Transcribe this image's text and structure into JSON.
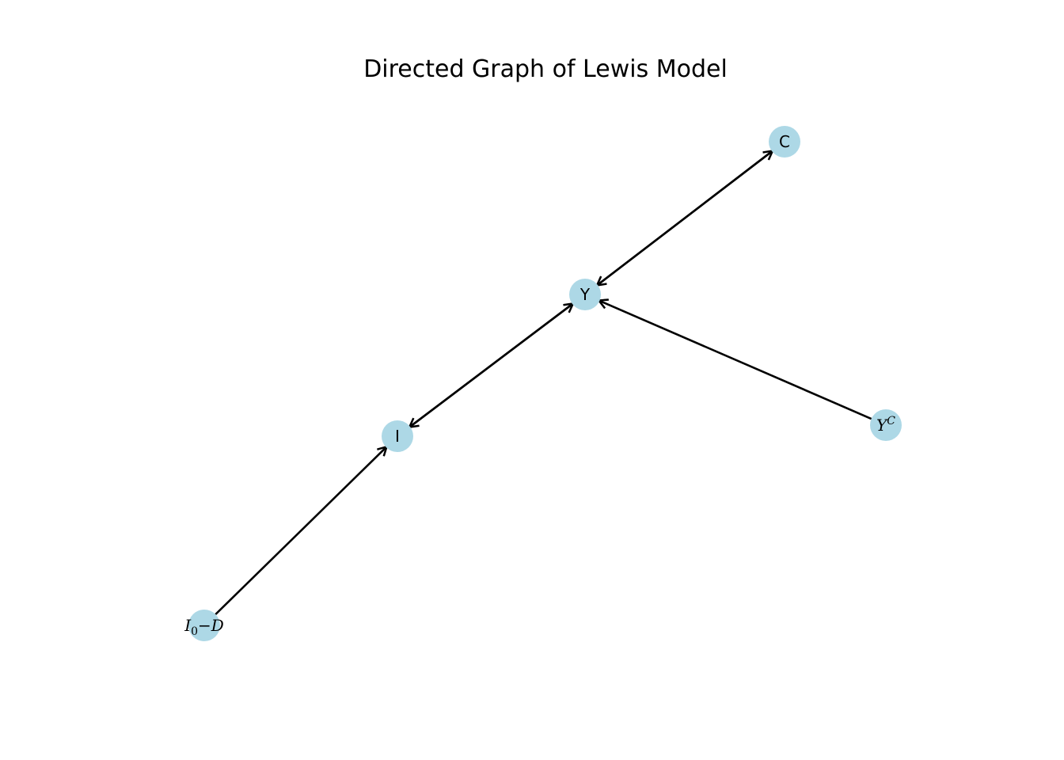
{
  "title": "Directed Graph of Lewis Model",
  "colors": {
    "node_fill": "#add8e6",
    "edge": "#000000",
    "background": "#ffffff"
  },
  "nodes": [
    {
      "id": "C",
      "label": "C"
    },
    {
      "id": "Y",
      "label": "Y"
    },
    {
      "id": "I",
      "label": "I"
    },
    {
      "id": "YC",
      "label": "Y",
      "superscript": "C"
    },
    {
      "id": "I0D",
      "label": "I",
      "subscript": "0",
      "suffix": "−D"
    }
  ],
  "edges": [
    {
      "from": "Y",
      "to": "C"
    },
    {
      "from": "C",
      "to": "Y"
    },
    {
      "from": "Y",
      "to": "I"
    },
    {
      "from": "I",
      "to": "Y"
    },
    {
      "from": "YC",
      "to": "Y"
    },
    {
      "from": "I0D",
      "to": "I"
    }
  ]
}
